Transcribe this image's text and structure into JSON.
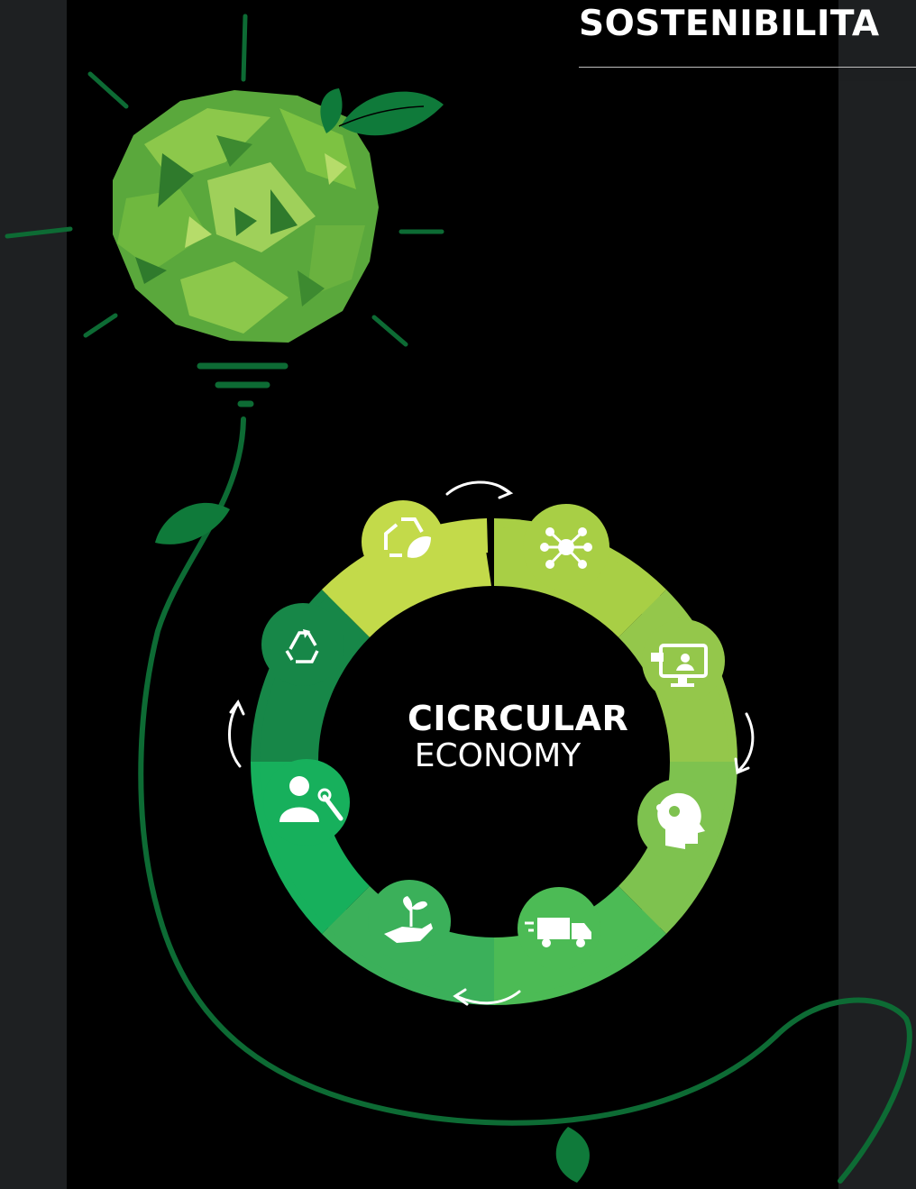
{
  "header": {
    "title": "SOSTENIBILITA"
  },
  "diagram": {
    "center_title": "CICRCULAR",
    "center_subtitle": "ECONOMY",
    "segments": [
      {
        "icon": "recycle-leaf-icon",
        "color": "#c3da4a"
      },
      {
        "icon": "network-nodes-icon",
        "color": "#a8cf45"
      },
      {
        "icon": "computer-user-icon",
        "color": "#94c74b"
      },
      {
        "icon": "head-gears-icon",
        "color": "#7ec24f"
      },
      {
        "icon": "delivery-truck-icon",
        "color": "#4cbb55"
      },
      {
        "icon": "hand-plant-icon",
        "color": "#3bb05a"
      },
      {
        "icon": "user-wrench-icon",
        "color": "#17b05c"
      },
      {
        "icon": "recycle-icon",
        "color": "#178748"
      }
    ]
  },
  "colors": {
    "vine": "#0d6b34",
    "background": "#000000",
    "accent_green": "#7dc242"
  }
}
